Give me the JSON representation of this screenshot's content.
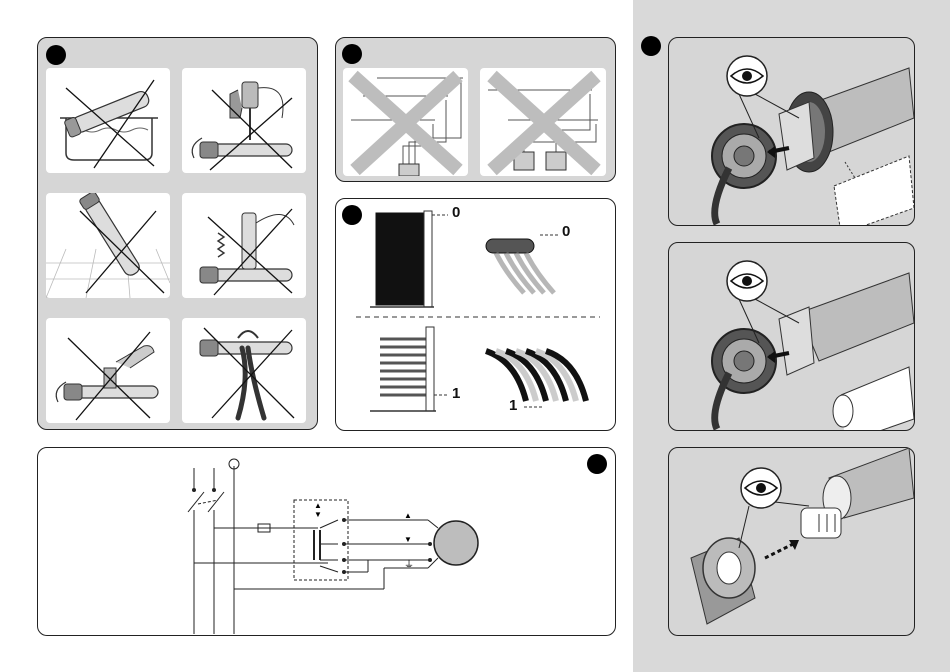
{
  "labels": {
    "off": "0",
    "on": "1"
  },
  "symbols": {
    "up": "▲",
    "down": "▼",
    "earth": "⏚"
  },
  "colors": {
    "panel_grey": "#d6d6d6",
    "band_grey": "#d9d9d9",
    "cross_grey": "#bdbdbd",
    "ink": "#111111"
  },
  "icons": [
    "warning-marker",
    "cross-icon",
    "eye-icon",
    "motor-icon",
    "drill-icon",
    "switch-icon"
  ]
}
